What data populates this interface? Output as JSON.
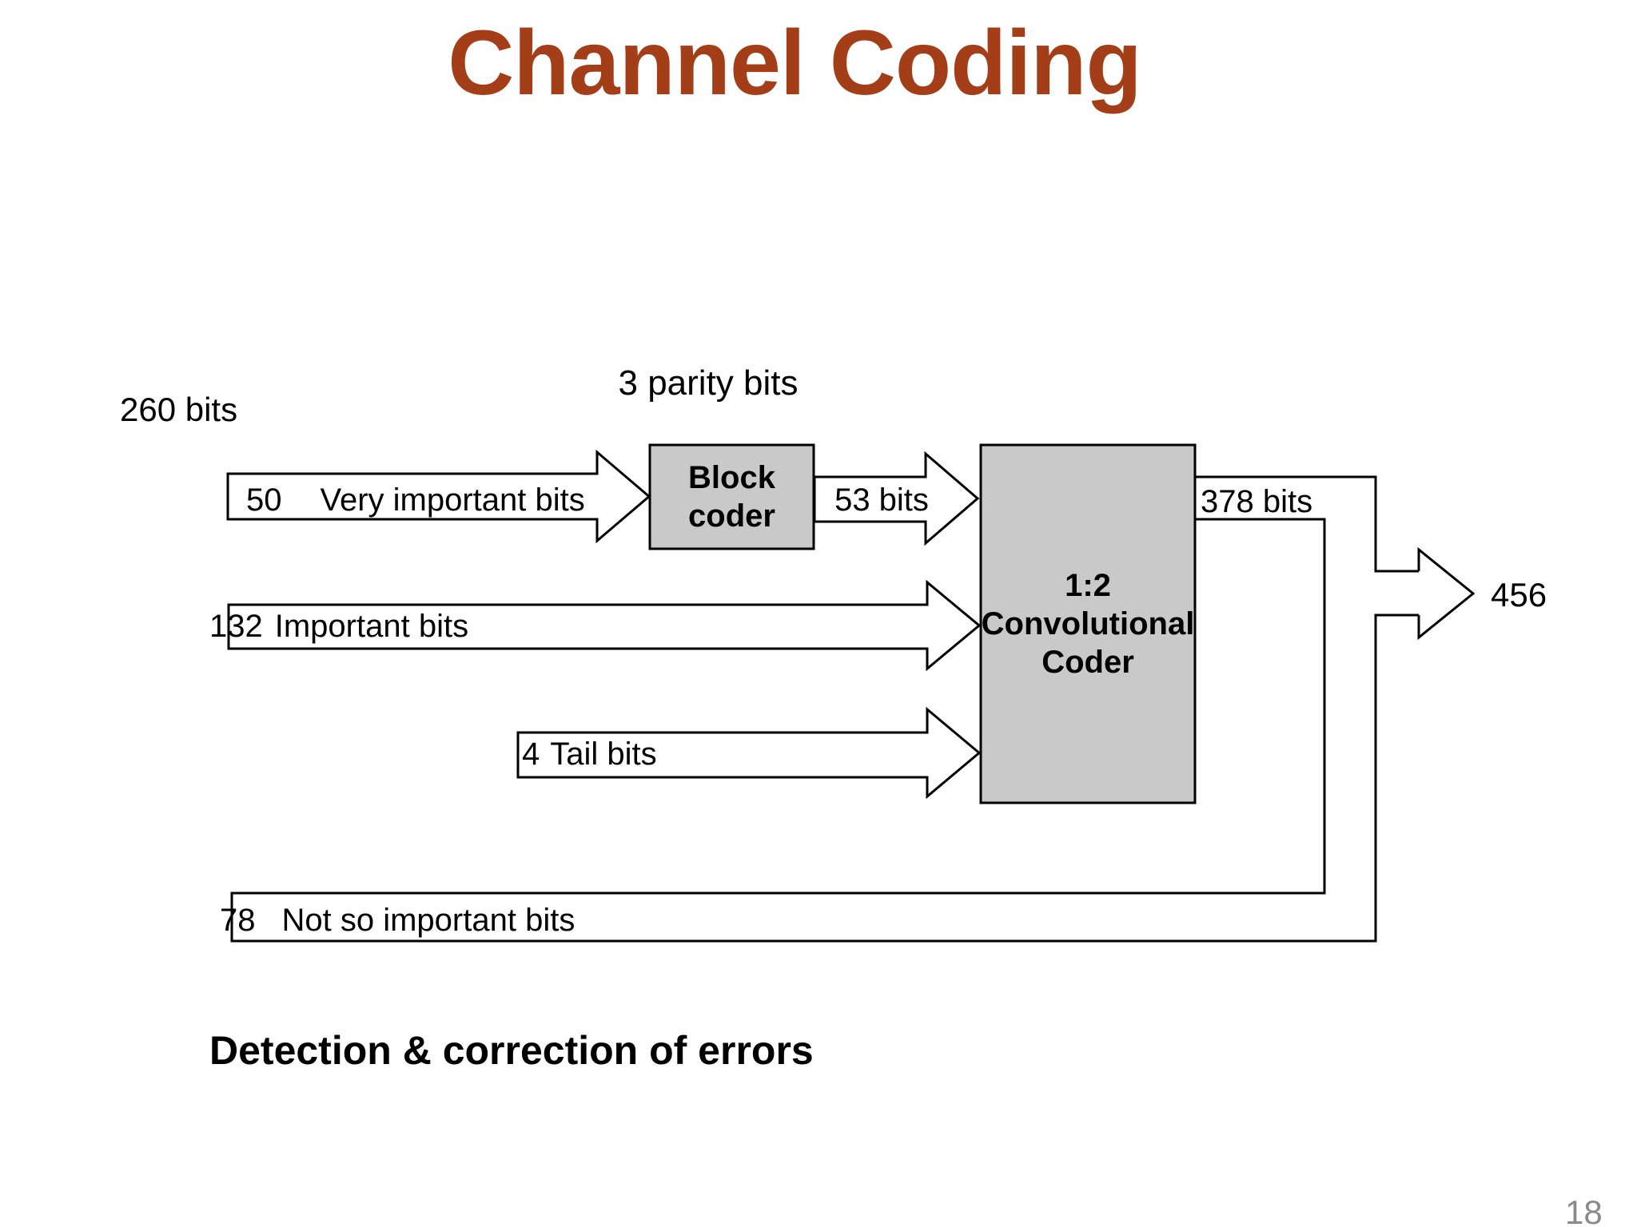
{
  "slide": {
    "title": "Channel Coding",
    "footer": "Detection & correction of errors",
    "page_number": "18"
  },
  "diagram": {
    "input_label": "260 bits",
    "parity_label": "3 parity bits",
    "streams": {
      "very_important": {
        "count": "50",
        "label": "Very important bits"
      },
      "important": {
        "count": "132",
        "label": "Important bits"
      },
      "tail": {
        "count": "4",
        "label": "Tail bits"
      },
      "not_so_important": {
        "count": "78",
        "label": "Not so important bits"
      }
    },
    "blocks": {
      "block_coder": {
        "line1": "Block",
        "line2": "coder"
      },
      "convolutional_coder": {
        "line1": "1:2",
        "line2": "Convolutional",
        "line3": "Coder"
      }
    },
    "edge_labels": {
      "block_coder_output": "53 bits",
      "conv_output": "378 bits",
      "total_output": "456"
    },
    "colors": {
      "title": "#A43E19",
      "box_fill": "#C9C9C9",
      "line": "#000000",
      "page_number": "#8A8A8A"
    }
  }
}
